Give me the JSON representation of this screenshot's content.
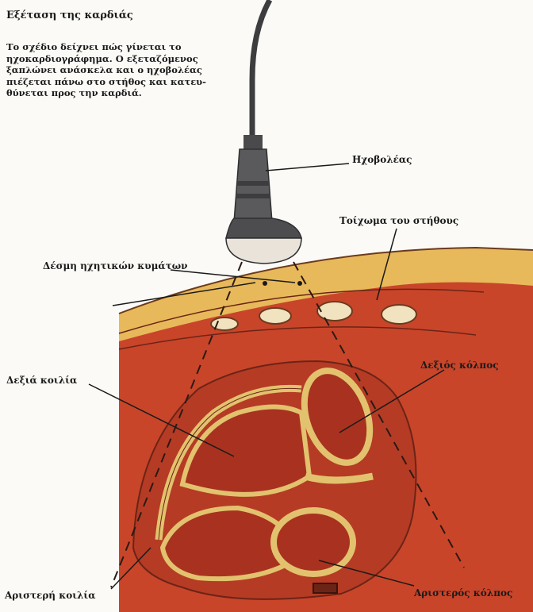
{
  "title": "Εξέταση της καρδιάς",
  "caption": "Το σχέδιο δείχνει πώς γίνεται το\nηχοκαρδιογράφημα. Ο εξεταζόμενος\nξαπλώνει ανάσκελα και ο ηχοβολέας\nπιέζεται πάνω στο στήθος και κατευ-\nθύνεται προς την καρδιά.",
  "labels": {
    "transducer": "Ηχοβολέας",
    "chest_wall": "Τοίχωμα του στήθους",
    "sound_beam": "Δέσμη ηχητικών κυμάτων",
    "right_ventricle": "Δεξιά κοιλία",
    "right_atrium": "Δεξιός κόλπος",
    "left_ventricle": "Αριστερή κοιλία",
    "left_atrium": "Αριστερός κόλπος"
  },
  "colors": {
    "skin": "#e8b95a",
    "tissue": "#c8452a",
    "heart_wall": "#e2c26e",
    "heart_chamber": "#a8321f",
    "probe": "#5a5a5c",
    "probe_tip": "#e9e3d9"
  }
}
